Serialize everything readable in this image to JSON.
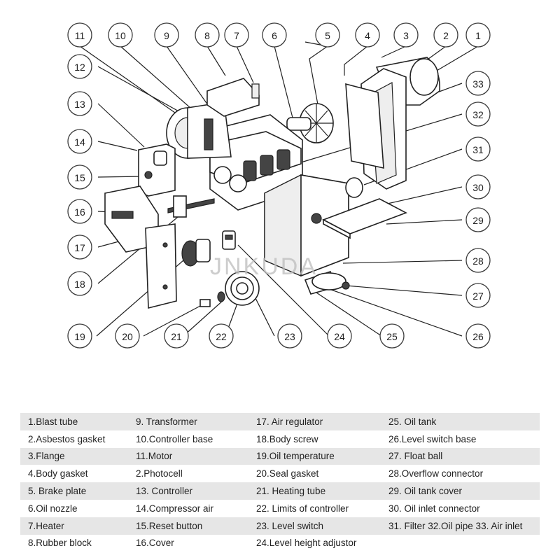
{
  "watermark": "JNKUDA",
  "callouts": [
    {
      "num": "1",
      "side": "top"
    },
    {
      "num": "2",
      "side": "top"
    },
    {
      "num": "3",
      "side": "top"
    },
    {
      "num": "4",
      "side": "top"
    },
    {
      "num": "5",
      "side": "top"
    },
    {
      "num": "6",
      "side": "top"
    },
    {
      "num": "7",
      "side": "top"
    },
    {
      "num": "8",
      "side": "top"
    },
    {
      "num": "9",
      "side": "top"
    },
    {
      "num": "10",
      "side": "top"
    },
    {
      "num": "11",
      "side": "top"
    },
    {
      "num": "12",
      "side": "left"
    },
    {
      "num": "13",
      "side": "left"
    },
    {
      "num": "14",
      "side": "left"
    },
    {
      "num": "15",
      "side": "left"
    },
    {
      "num": "16",
      "side": "left"
    },
    {
      "num": "17",
      "side": "left"
    },
    {
      "num": "18",
      "side": "left"
    },
    {
      "num": "19",
      "side": "bottom"
    },
    {
      "num": "20",
      "side": "bottom"
    },
    {
      "num": "21",
      "side": "bottom"
    },
    {
      "num": "22",
      "side": "bottom"
    },
    {
      "num": "23",
      "side": "bottom"
    },
    {
      "num": "24",
      "side": "bottom"
    },
    {
      "num": "25",
      "side": "bottom"
    },
    {
      "num": "26",
      "side": "right"
    },
    {
      "num": "27",
      "side": "right"
    },
    {
      "num": "28",
      "side": "right"
    },
    {
      "num": "29",
      "side": "right"
    },
    {
      "num": "30",
      "side": "right"
    },
    {
      "num": "31",
      "side": "right"
    },
    {
      "num": "32",
      "side": "right"
    },
    {
      "num": "33",
      "side": "right"
    }
  ],
  "legend": {
    "rows": [
      [
        "1.Blast tube",
        "9. Transformer",
        "17. Air regulator",
        "25. Oil tank"
      ],
      [
        "2.Asbestos gasket",
        "10.Controller base",
        "18.Body screw",
        "26.Level switch base"
      ],
      [
        "3.Flange",
        "11.Motor",
        "19.Oil temperature",
        "27. Float ball"
      ],
      [
        "4.Body gasket",
        "2.Photocell",
        "20.Seal gasket",
        "28.Overflow connector"
      ],
      [
        "5. Brake plate",
        "13. Controller",
        "21. Heating tube",
        "29. Oil tank cover"
      ],
      [
        "6.Oil nozzle",
        "14.Compressor air",
        "22. Limits of controller",
        "30. Oil inlet connector"
      ],
      [
        "7.Heater",
        "15.Reset button",
        "23. Level switch",
        "31. Filter 32.Oil pipe 33. Air inlet"
      ],
      [
        "8.Rubber block",
        "16.Cover",
        "24.Level height adjustor",
        ""
      ]
    ]
  }
}
